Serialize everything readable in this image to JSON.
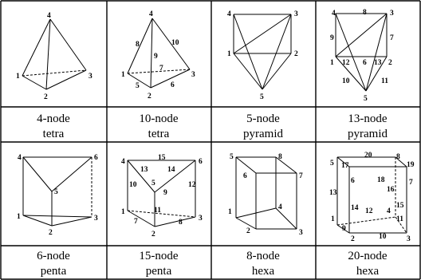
{
  "cells": [
    {
      "id": "tetra4",
      "line1": "4-node",
      "line2": "tetra",
      "nodes": [
        "4",
        "1",
        "2",
        "3"
      ]
    },
    {
      "id": "tetra10",
      "line1": "10-node",
      "line2": "tetra",
      "nodes": [
        "4",
        "8",
        "10",
        "9",
        "7",
        "1",
        "5",
        "2",
        "6",
        "3"
      ]
    },
    {
      "id": "pyramid5",
      "line1": "5-node",
      "line2": "pyramid",
      "nodes": [
        "4",
        "3",
        "1",
        "2",
        "5"
      ]
    },
    {
      "id": "pyramid13",
      "line1": "13-node",
      "line2": "pyramid",
      "nodes": [
        "4",
        "8",
        "3",
        "9",
        "7",
        "1",
        "12",
        "6",
        "13",
        "2",
        "10",
        "11",
        "5"
      ]
    },
    {
      "id": "penta6",
      "line1": "6-node",
      "line2": "penta",
      "nodes": [
        "4",
        "6",
        "5",
        "1",
        "3",
        "2"
      ]
    },
    {
      "id": "penta15",
      "line1": "15-node",
      "line2": "penta",
      "nodes": [
        "4",
        "15",
        "6",
        "13",
        "14",
        "10",
        "5",
        "12",
        "9",
        "1",
        "3",
        "7",
        "11",
        "8",
        "2"
      ]
    },
    {
      "id": "hexa8",
      "line1": "8-node",
      "line2": "hexa",
      "nodes": [
        "5",
        "8",
        "6",
        "7",
        "4",
        "1",
        "2",
        "3"
      ]
    },
    {
      "id": "hexa20",
      "line1": "20-node",
      "line2": "hexa",
      "nodes": [
        "20",
        "5",
        "17",
        "8",
        "19",
        "6",
        "18",
        "13",
        "16",
        "7",
        "14",
        "12",
        "4",
        "15",
        "1",
        "11",
        "9",
        "10",
        "2",
        "3"
      ]
    }
  ]
}
